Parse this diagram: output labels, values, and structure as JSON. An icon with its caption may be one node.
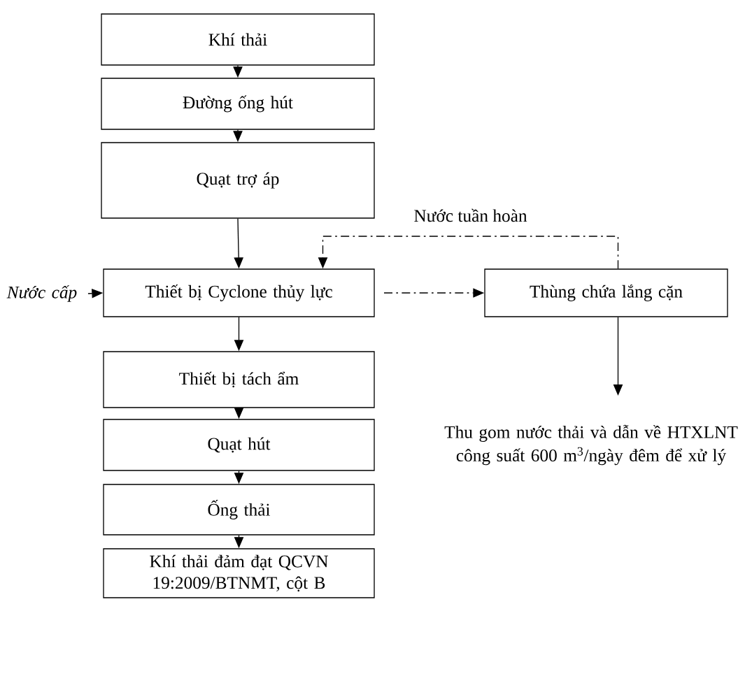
{
  "diagram": {
    "nodes": [
      {
        "text": [
          "Khí thải"
        ]
      },
      {
        "text": [
          "Đường ống hút"
        ]
      },
      {
        "text": [
          "Quạt trợ áp"
        ]
      },
      {
        "text": [
          "Thiết bị Cyclone thủy lực"
        ]
      },
      {
        "text": [
          "Thiết bị tách ẩm"
        ]
      },
      {
        "text": [
          "Quạt hút"
        ]
      },
      {
        "text": [
          "Ống thải"
        ]
      },
      {
        "text": [
          "Khí thải đảm đạt QCVN 19:2009/BTNMT, cột B"
        ]
      },
      {
        "text": [
          "Thùng chứa lắng cặn"
        ]
      },
      {
        "text": [
          "Nước cấp"
        ]
      },
      {
        "text": [
          "Thu gom nước thải và dẫn về HTXLNT công suất 600 m$^{3}$/ngày đêm để xử lý"
        ]
      }
    ],
    "edges": [
      {
        "from": 0,
        "to": 1,
        "arrow": "to"
      },
      {
        "from": 1,
        "to": 2,
        "arrow": "to"
      },
      {
        "from": 2,
        "to": 3,
        "arrow": "to"
      },
      {
        "from": 3,
        "to": 4,
        "arrow": "to"
      },
      {
        "from": 4,
        "to": 5,
        "arrow": "to"
      },
      {
        "from": 5,
        "to": 6,
        "arrow": "to"
      },
      {
        "from": 6,
        "to": 7,
        "arrow": "to"
      },
      {
        "from": 9,
        "to": 3,
        "arrow": "to",
        "style": "dashed"
      },
      {
        "from": 3,
        "to": 8,
        "arrow": "to",
        "style": "dashed"
      },
      {
        "from": 8,
        "to": 3,
        "arrow": "to",
        "style": "dashed",
        "label": "Nước tuần hoàn"
      },
      {
        "from": 8,
        "to": 10,
        "arrow": "to"
      }
    ]
  }
}
